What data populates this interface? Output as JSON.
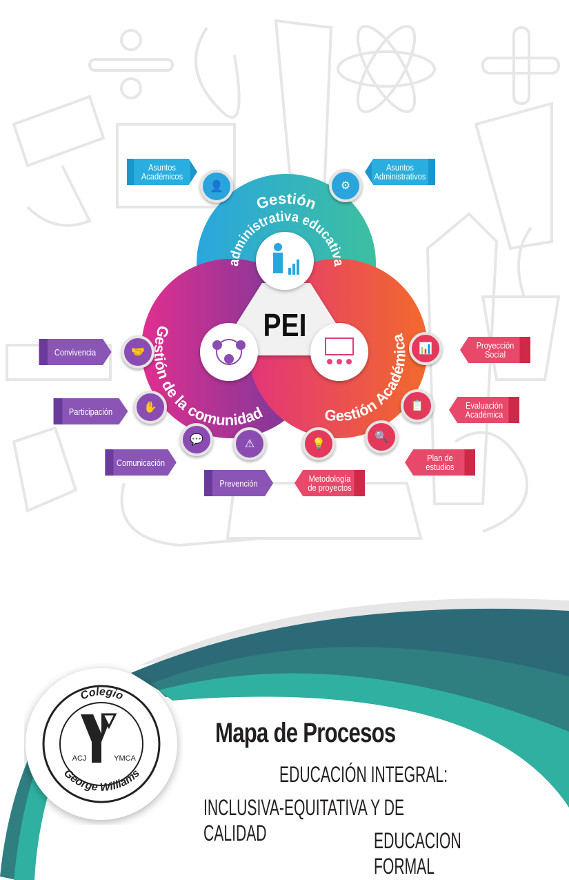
{
  "center": {
    "label": "PEI"
  },
  "circles": {
    "top": {
      "title": "Gestión administrativa educativa",
      "line1": "Gestión",
      "line2": "administrativa educativa",
      "color_start": "#2aa6de",
      "color_end": "#3dbfa0"
    },
    "left": {
      "title": "Gestión de la comunidad",
      "color_start": "#e02f8f",
      "color_end": "#6b3a9c"
    },
    "right": {
      "title": "Gestión Académica",
      "color_start": "#e3357a",
      "color_end": "#f26a2b"
    }
  },
  "labels": {
    "asuntos_academicos": "Asuntos\nAcadémicos",
    "asuntos_administrativos": "Asuntos\nAdministrativos",
    "convivencia": "Convivencia",
    "participacion": "Participación",
    "comunicacion": "Comunicación",
    "prevencion": "Prevención",
    "metodologia": "Metodología\nde proyectos",
    "plan": "Plan de\nestudios",
    "evaluacion": "Evaluación\nAcadémica",
    "proyeccion": "Proyección\nSocial"
  },
  "logo": {
    "top": "Colegio",
    "bottom": "George Williams",
    "left": "ACJ",
    "right": "YMCA",
    "letter": "Y"
  },
  "footer": {
    "title": "Mapa de Procesos",
    "line1": "EDUCACIÓN INTEGRAL:",
    "line2": "INCLUSIVA-EQUITATIVA Y DE CALIDAD",
    "line3": "EDUCACION FORMAL"
  },
  "colors": {
    "teal_dark": "#2d6a78",
    "teal_mid": "#2f7e80",
    "teal_light": "#2fb0a0"
  }
}
